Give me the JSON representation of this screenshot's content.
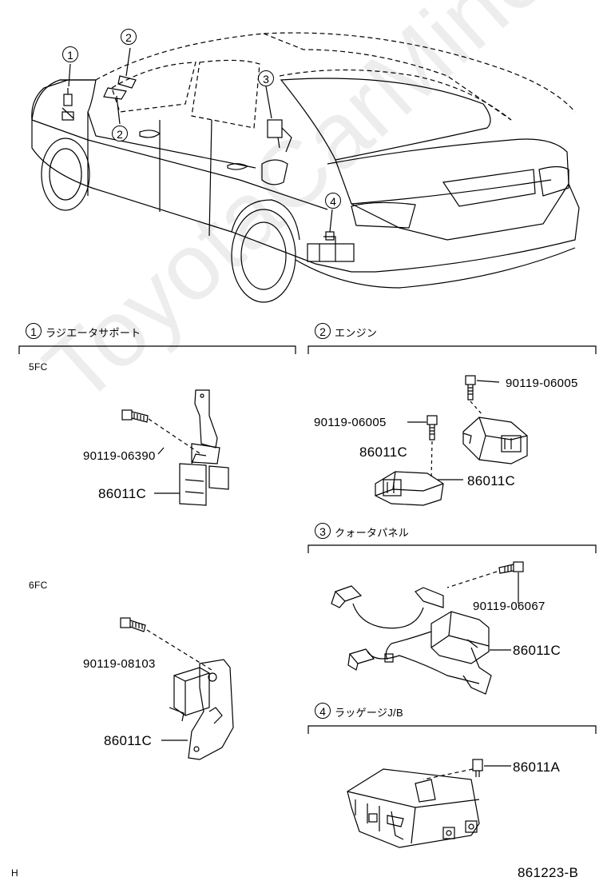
{
  "watermark": "ToyotaCarMine.ru",
  "callouts": {
    "c1": "1",
    "c2a": "2",
    "c2b": "2",
    "c3": "3",
    "c4": "4"
  },
  "sections": {
    "s1": {
      "num": "1",
      "title": "ラジエータサポート"
    },
    "s2": {
      "num": "2",
      "title": "エンジン"
    },
    "s3": {
      "num": "3",
      "title": "クォータパネル"
    },
    "s4": {
      "num": "4",
      "title": "ラッゲージJ/B"
    }
  },
  "variants": {
    "v5fc": "5FC",
    "v6fc": "6FC"
  },
  "parts": {
    "p90119_06390": "90119-06390",
    "p86011c_s1": "86011C",
    "p90119_08103": "90119-08103",
    "p86011c_s1b": "86011C",
    "p90119_06005_a": "90119-06005",
    "p90119_06005_b": "90119-06005",
    "p86011c_s2a": "86011C",
    "p86011c_s2b": "86011C",
    "p90119_06067": "90119-06067",
    "p86011c_s3": "86011C",
    "p86011a": "86011A"
  },
  "footer": {
    "left": "H",
    "ref": "861223-B"
  }
}
